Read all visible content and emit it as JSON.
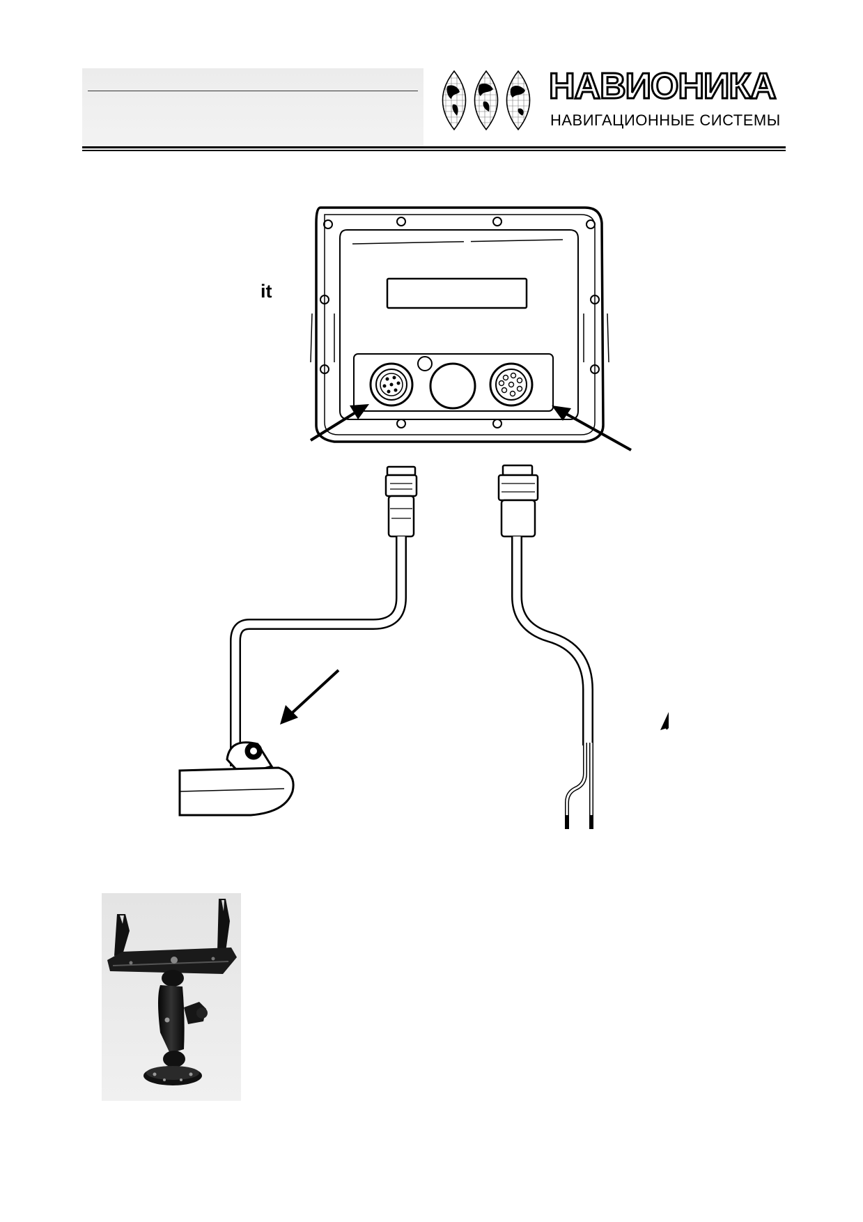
{
  "header": {
    "brand_name": "НАВИОНИКА",
    "brand_tagline": "НАВИГАЦИОННЫЕ СИСТЕМЫ",
    "logo_icon": "globe-segments-icon"
  },
  "body_text": {
    "fragment": "it"
  },
  "figure": {
    "unit": "fishfinder-rear-panel",
    "left_cable": "transducer-cable",
    "right_cable": "power-cable",
    "bottom_photo": "bracket-mount-photo"
  },
  "colors": {
    "ink": "#000000",
    "header_band": "#eeeeee",
    "photo_background": "#e9e9e9"
  }
}
